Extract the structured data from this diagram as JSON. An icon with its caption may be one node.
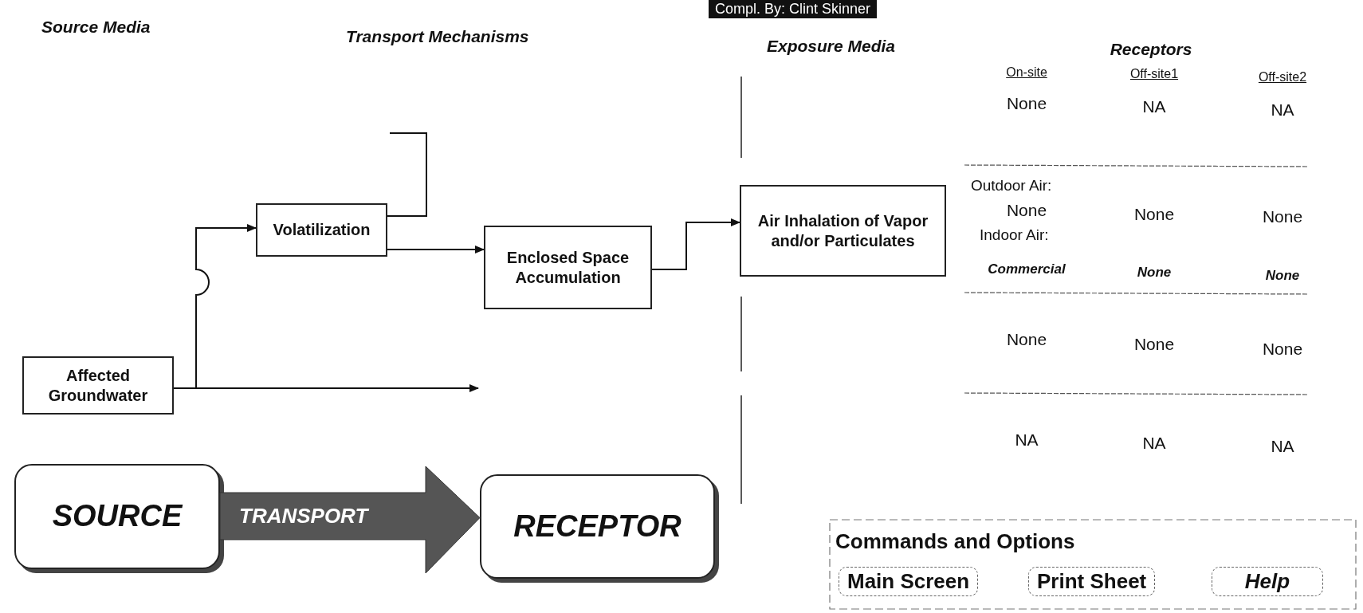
{
  "diagram": {
    "nodes": [
      {
        "text": [
          "Affected Groundwater"
        ]
      },
      {
        "text": [
          "Volatilization"
        ]
      },
      {
        "text": [
          "Enclosed Space Accumulation"
        ]
      },
      {
        "text": [
          "Air Inhalation of Vapor and/or Particulates"
        ]
      },
      {
        "text": [
          "SOURCE"
        ]
      },
      {
        "text": [
          "RECEPTOR"
        ]
      }
    ],
    "edges": [
      {
        "from": 0,
        "to": 1,
        "arrow": "to"
      },
      {
        "from": 0,
        "to": null,
        "arrow": "to"
      },
      {
        "from": 1,
        "to": 2,
        "arrow": "to"
      },
      {
        "from": 1,
        "to": null,
        "arrow": "none"
      },
      {
        "from": 2,
        "to": 3,
        "arrow": "to"
      },
      {
        "from": 4,
        "to": 5,
        "arrow": "to",
        "label": "TRANSPORT",
        "style": "thick",
        "color": "#555555"
      }
    ],
    "labels": [
      "Compl. By: Clint Skinner",
      "Source Media",
      "Transport Mechanisms",
      "Exposure Media",
      "Receptors",
      "On-site",
      "Off-site1",
      "Off-site2",
      "None",
      "NA",
      "NA",
      "Outdoor Air:",
      "None",
      "None",
      "None",
      "Indoor Air:",
      "Commercial",
      "None",
      "None",
      "None",
      "None",
      "None",
      "NA",
      "NA",
      "NA",
      "Commands and Options",
      "Main Screen",
      "Print Sheet",
      "Help"
    ]
  }
}
